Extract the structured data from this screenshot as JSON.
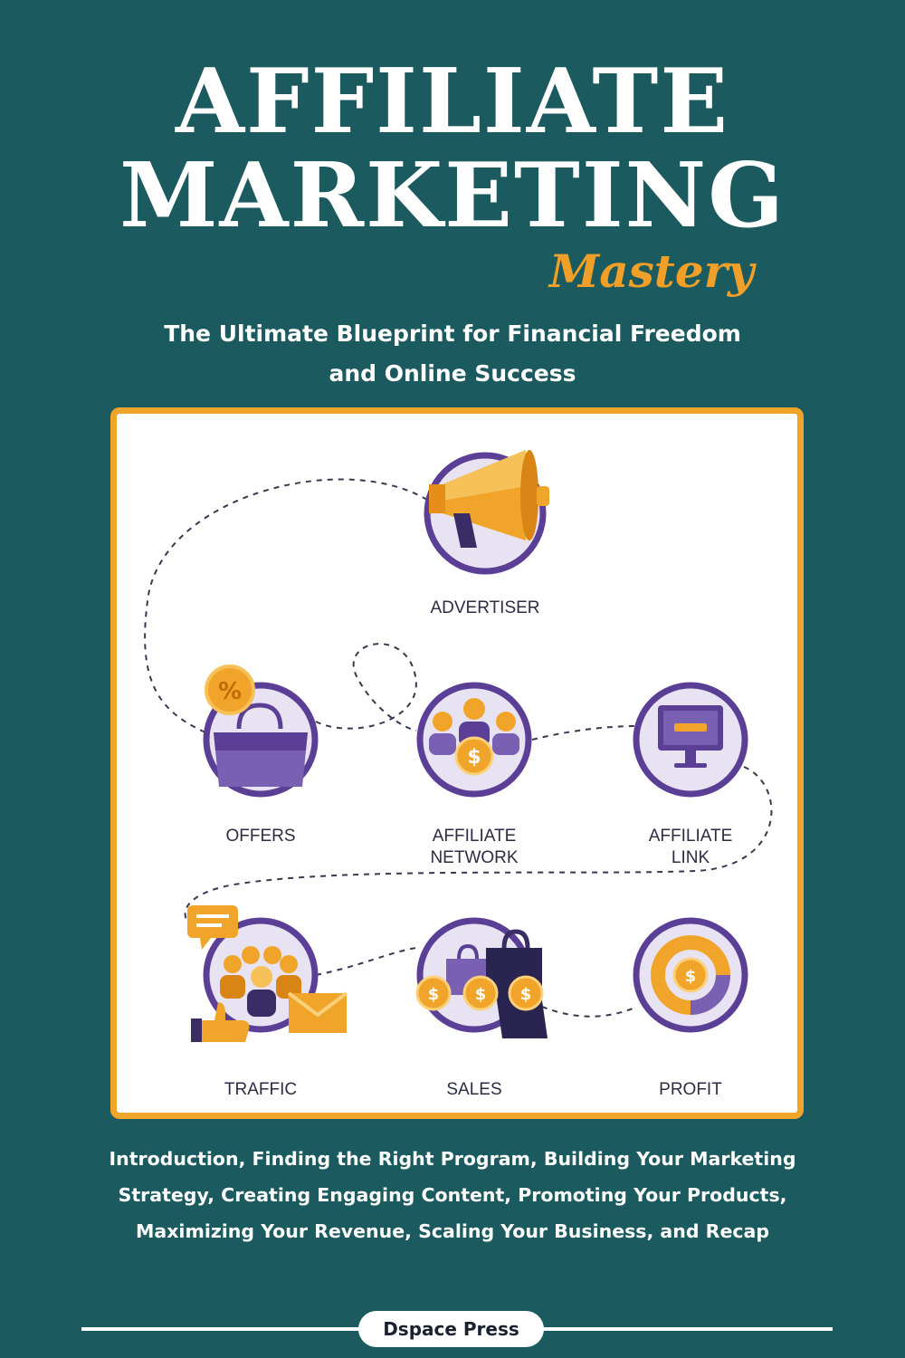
{
  "cover": {
    "title_line1": "AFFILIATE",
    "title_line2": "MARKETING",
    "title_accent": "Mastery",
    "subtitle_line1": "The Ultimate Blueprint for Financial Freedom",
    "subtitle_line2": "and Online Success"
  },
  "diagram": {
    "advertiser": "ADVERTISER",
    "offers": "OFFERS",
    "affiliate_network_1": "AFFILIATE",
    "affiliate_network_2": "NETWORK",
    "affiliate_link_1": "AFFILIATE",
    "affiliate_link_2": "LINK",
    "traffic": "TRAFFIC",
    "sales": "SALES",
    "profit": "PROFIT",
    "offers_badge": "%",
    "network_coin": "$",
    "profit_coin": "$",
    "sales_coin": "$"
  },
  "contents": {
    "line1": "Introduction, Finding the Right Program, Building Your Marketing",
    "line2": "Strategy, Creating Engaging Content, Promoting Your Products,",
    "line3": "Maximizing Your Revenue, Scaling Your Business, and Recap"
  },
  "publisher": "Dspace Press",
  "colors": {
    "background": "#1b5a5e",
    "accent_orange": "#f0a52a",
    "icon_purple": "#5b3f96",
    "circle_fill": "#e8e3f2"
  }
}
